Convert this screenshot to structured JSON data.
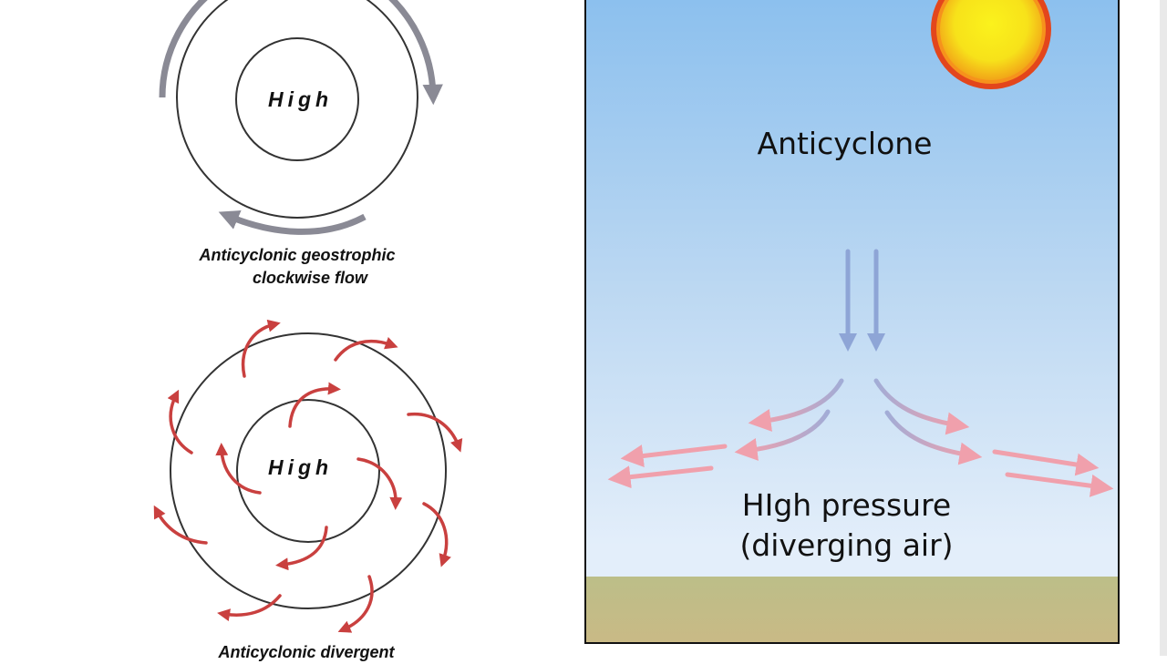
{
  "left_diagrams": {
    "top": {
      "center_label": "High",
      "caption_line1": "Anticyclonic geostrophic",
      "caption_line2": "clockwise flow"
    },
    "bottom": {
      "center_label": "High",
      "caption_line1": "Anticyclonic divergent"
    }
  },
  "right_panel": {
    "title": "Anticyclone",
    "label_line1": "HIgh pressure",
    "label_line2": "(diverging air)"
  },
  "colors": {
    "circle_stroke": "#333333",
    "geostrophic_arrow": "#8a8a95",
    "divergent_arrow": "#c9403f",
    "descending_arrow": "#8ea5d6",
    "diverging_arrow": "#f0a0ac",
    "sun_core": "#f7e81a",
    "sun_rim": "#e0421a",
    "sky_top": "#8cc0ee",
    "ground": "#c3bb86"
  },
  "icons": [
    "sun-icon"
  ]
}
